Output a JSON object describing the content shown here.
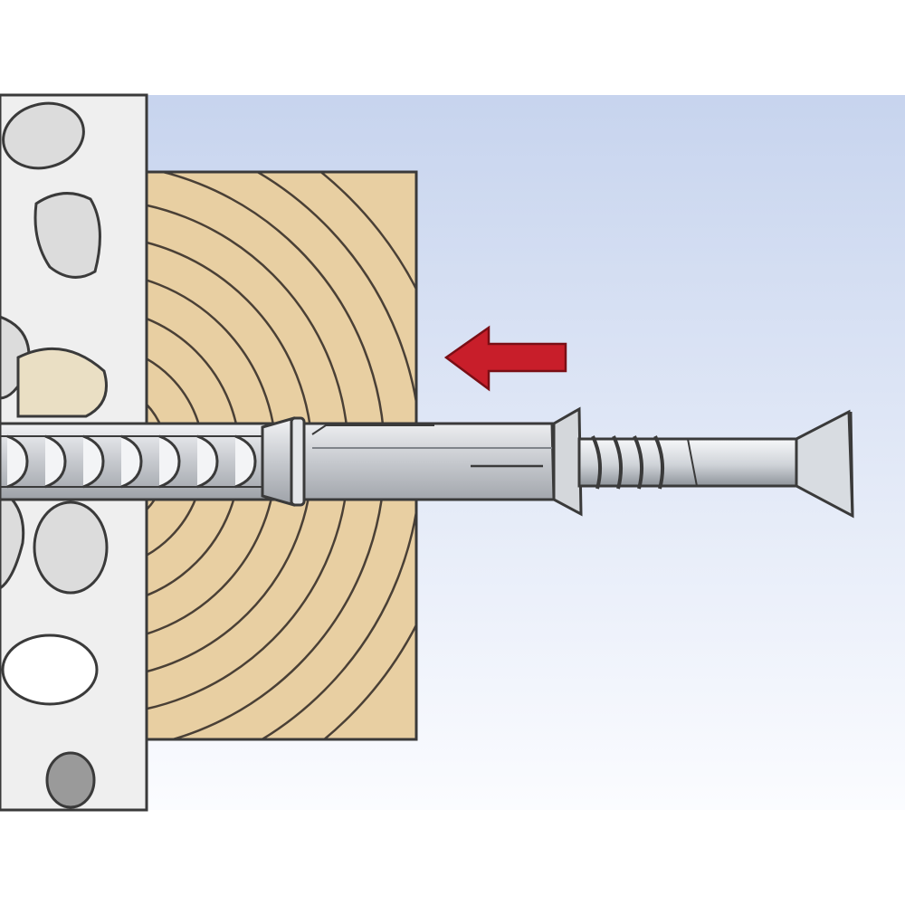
{
  "illustration": {
    "subject": "frame-fixing-installation",
    "step": "insert-anchor-through-timber-into-wall",
    "icons": {
      "wall": "masonry-wall-icon",
      "timber": "timber-batten-icon",
      "anchor": "frame-fixing-anchor-icon",
      "screw": "countersunk-screw-icon",
      "arrow": "insertion-direction-arrow-icon"
    },
    "direction": "left",
    "colors": {
      "background_top": "#c7d4ee",
      "background_bottom": "#fbfcff",
      "wall": "#efefef",
      "stone": "#dcdcdc",
      "stone_dark": "#9a9a9a",
      "stone_tan": "#eadfc4",
      "timber": "#e8cfa2",
      "outline": "#3a3a3a",
      "plug": "#c8cbcf",
      "screw_metal": "#d9dde2",
      "arrow": "#c81e2a"
    }
  }
}
